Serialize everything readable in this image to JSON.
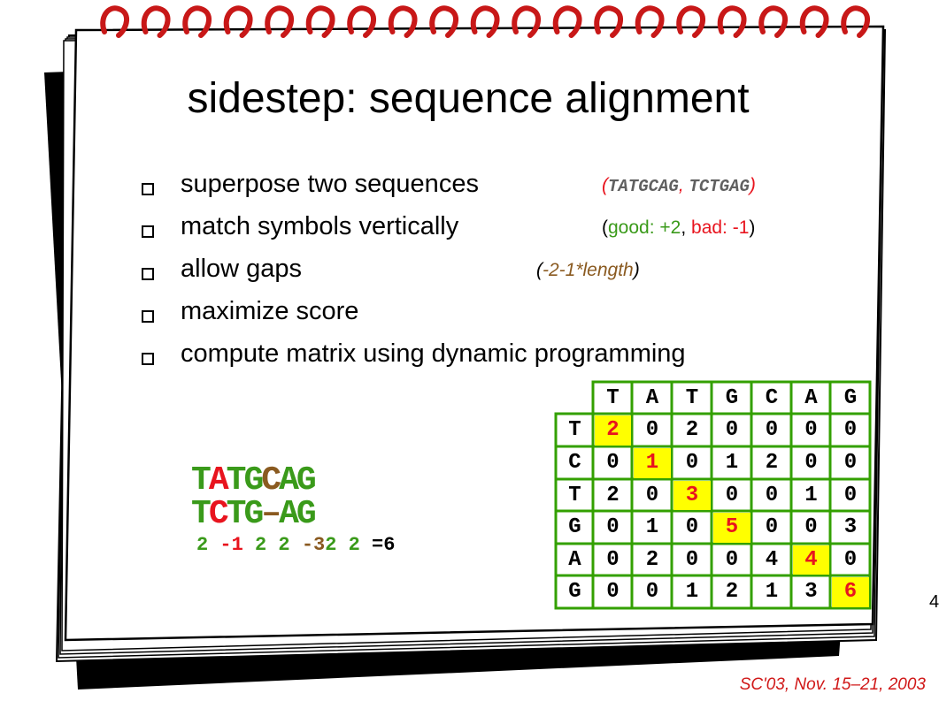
{
  "title": "sidestep: sequence alignment",
  "bullets": [
    {
      "text": "superpose two sequences",
      "note": [
        "(",
        "TATGCAG",
        ", ",
        "TCTGAG",
        ")"
      ]
    },
    {
      "text": "match symbols vertically",
      "note": [
        "(",
        "good: +2",
        ", ",
        "bad: -1",
        ")"
      ]
    },
    {
      "text": "allow gaps",
      "note": [
        "(",
        "-2-1*length",
        ")"
      ]
    },
    {
      "text": "maximize score"
    },
    {
      "text": "compute matrix using dynamic programming"
    }
  ],
  "alignment": {
    "top": [
      "T",
      "A",
      "T",
      "G",
      "C",
      "A",
      "G"
    ],
    "bottom": [
      "T",
      "C",
      "T",
      "G",
      "–",
      "A",
      "G"
    ],
    "scores": [
      "2",
      "-1",
      "2",
      "2",
      "-3",
      "2",
      "2"
    ],
    "total": "=6"
  },
  "matrix": {
    "col_headers": [
      "T",
      "A",
      "T",
      "G",
      "C",
      "A",
      "G"
    ],
    "row_headers": [
      "T",
      "C",
      "T",
      "G",
      "A",
      "G"
    ],
    "rows": [
      [
        "2",
        "0",
        "2",
        "0",
        "0",
        "0",
        "0"
      ],
      [
        "0",
        "1",
        "0",
        "1",
        "2",
        "0",
        "0"
      ],
      [
        "2",
        "0",
        "3",
        "0",
        "0",
        "1",
        "0"
      ],
      [
        "0",
        "1",
        "0",
        "5",
        "0",
        "0",
        "3"
      ],
      [
        "0",
        "2",
        "0",
        "0",
        "4",
        "4",
        "0"
      ],
      [
        "0",
        "0",
        "1",
        "2",
        "1",
        "3",
        "6"
      ]
    ],
    "highlighted": [
      [
        0,
        0
      ],
      [
        1,
        1
      ],
      [
        2,
        2
      ],
      [
        3,
        3
      ],
      [
        4,
        5
      ],
      [
        5,
        6
      ]
    ]
  },
  "footer": "SC'03, Nov. 15–21, 2003",
  "page_number": "4",
  "colors": {
    "green": "#3a9a1a",
    "red": "#e8141e",
    "brown": "#8a5a20",
    "highlight": "#ffff00"
  }
}
